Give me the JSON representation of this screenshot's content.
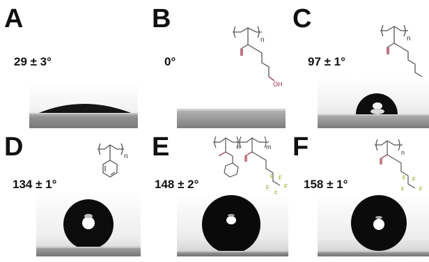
{
  "panels": [
    {
      "letter": "A",
      "contact_angle": "29 ± 3°"
    },
    {
      "letter": "B",
      "contact_angle": "0°",
      "structure_labels": {
        "repeat": "n",
        "hydroxyl": "OH"
      }
    },
    {
      "letter": "C",
      "contact_angle": "97 ± 1°",
      "structure_labels": {
        "repeat": "n"
      }
    },
    {
      "letter": "D",
      "contact_angle": "134 ± 1°",
      "structure_labels": {
        "repeat": "n"
      }
    },
    {
      "letter": "E",
      "contact_angle": "148 ± 2°",
      "structure_labels": {
        "repeat_1": "n",
        "repeat_2": "m",
        "fluorine": "F"
      }
    },
    {
      "letter": "F",
      "contact_angle": "158 ± 1°",
      "structure_labels": {
        "repeat": "n",
        "fluorine": "F"
      }
    }
  ],
  "colors": {
    "label_text": "#111111",
    "substrate": "#8a8a8a",
    "droplet": "#0c0c0c",
    "oxygen_bond": "#9a2a3a",
    "fluorine": "#8aa000",
    "bond": "#555555"
  }
}
